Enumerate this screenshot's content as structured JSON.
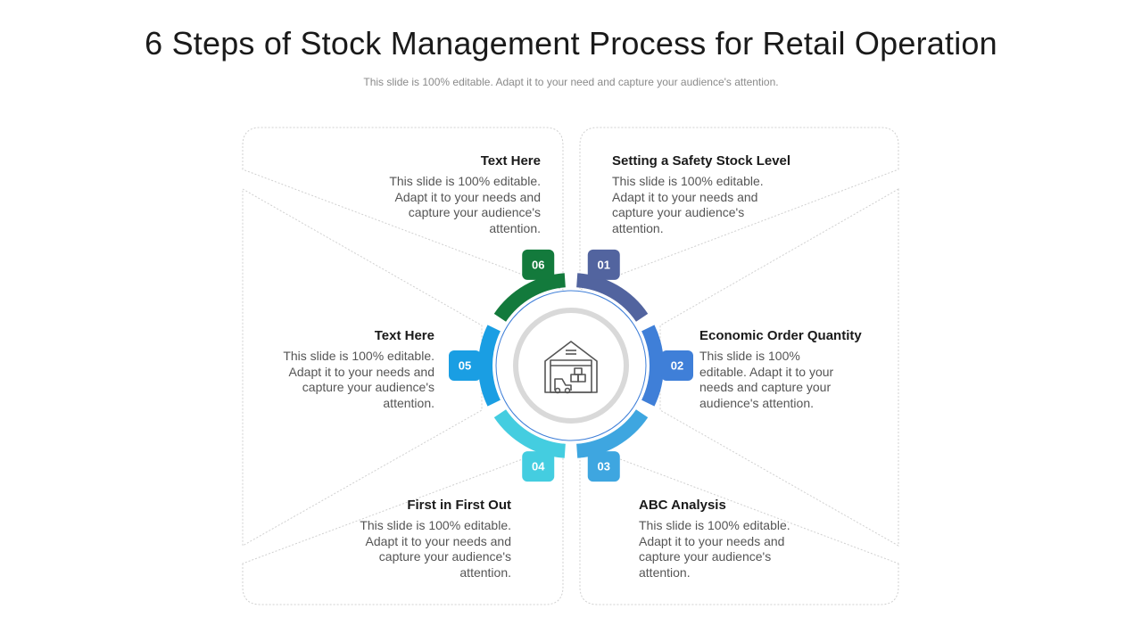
{
  "title": "6 Steps of Stock Management Process for Retail Operation",
  "subtitle": "This slide is 100% editable. Adapt it to your need and capture your audience's attention.",
  "center_icon": "warehouse-forklift-icon",
  "steps": [
    {
      "num": "01",
      "color": "#52649f",
      "heading": "Setting a Safety Stock Level",
      "desc": "This slide is 100% editable. Adapt it to your needs and capture your audience's attention."
    },
    {
      "num": "02",
      "color": "#3f7fd8",
      "heading": "Economic Order Quantity",
      "desc": "This slide is 100% editable. Adapt it to your needs and capture your audience's attention."
    },
    {
      "num": "03",
      "color": "#3ea6e0",
      "heading": "ABC Analysis",
      "desc": "This slide is 100% editable. Adapt it to your needs and capture your audience's attention."
    },
    {
      "num": "04",
      "color": "#44cde0",
      "heading": "First in First Out",
      "desc": "This slide is 100% editable. Adapt it to your needs and capture your audience's attention."
    },
    {
      "num": "05",
      "color": "#1a9ee3",
      "heading": "Text Here",
      "desc": "This slide is 100% editable. Adapt it to your needs and capture your audience's attention."
    },
    {
      "num": "06",
      "color": "#137a3c",
      "heading": "Text Here",
      "desc": "This slide is 100% editable. Adapt it to your needs and capture your audience's attention."
    }
  ]
}
